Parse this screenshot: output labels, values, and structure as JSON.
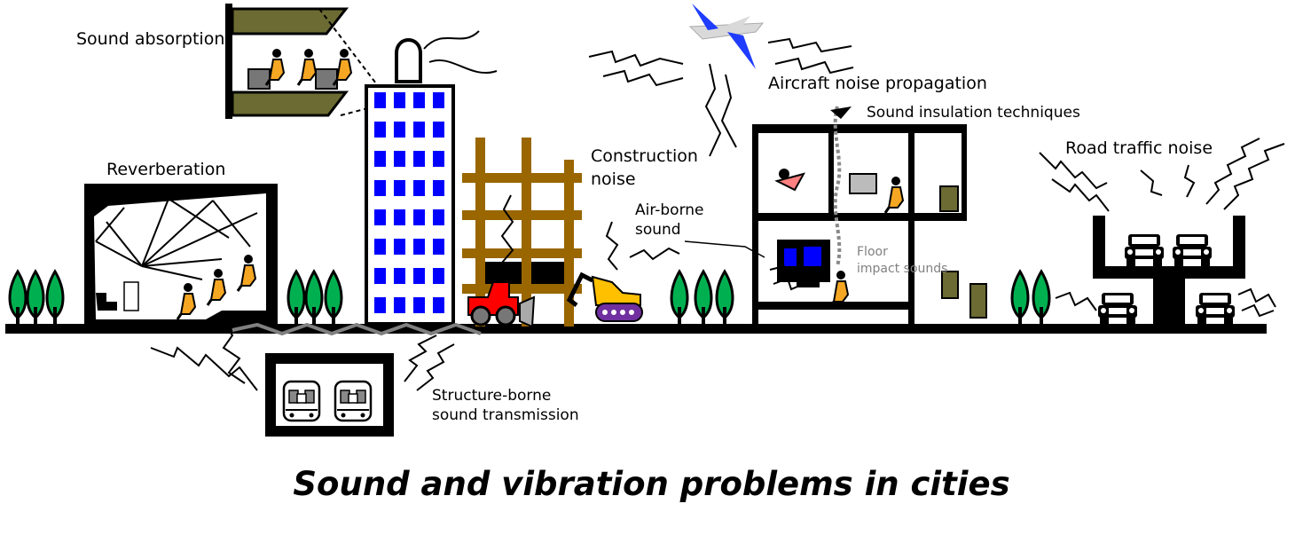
{
  "title": "Sound and vibration problems in cities",
  "labels": {
    "sound_absorption": "Sound absorption",
    "reverberation": "Reverberation",
    "aircraft": "Aircraft noise propagation",
    "insulation": "Sound insulation techniques",
    "construction_1": "Construction",
    "construction_2": "noise",
    "airborne_1": "Air-borne",
    "airborne_2": "sound",
    "floor_1": "Floor",
    "floor_2": "impact sounds",
    "road": "Road traffic noise",
    "structure_1": "Structure-borne",
    "structure_2": "sound transmission"
  },
  "colors": {
    "window_blue": "#0000ff",
    "girder_brown": "#996600",
    "tree_green": "#00b050",
    "excavator_yellow": "#ffc000",
    "excavator_track": "#7030a0",
    "bulldozer_red": "#ff0000",
    "olive_floor": "#6b6b33",
    "person_orange": "#f5a623",
    "plane_blue": "#1f3cff"
  }
}
